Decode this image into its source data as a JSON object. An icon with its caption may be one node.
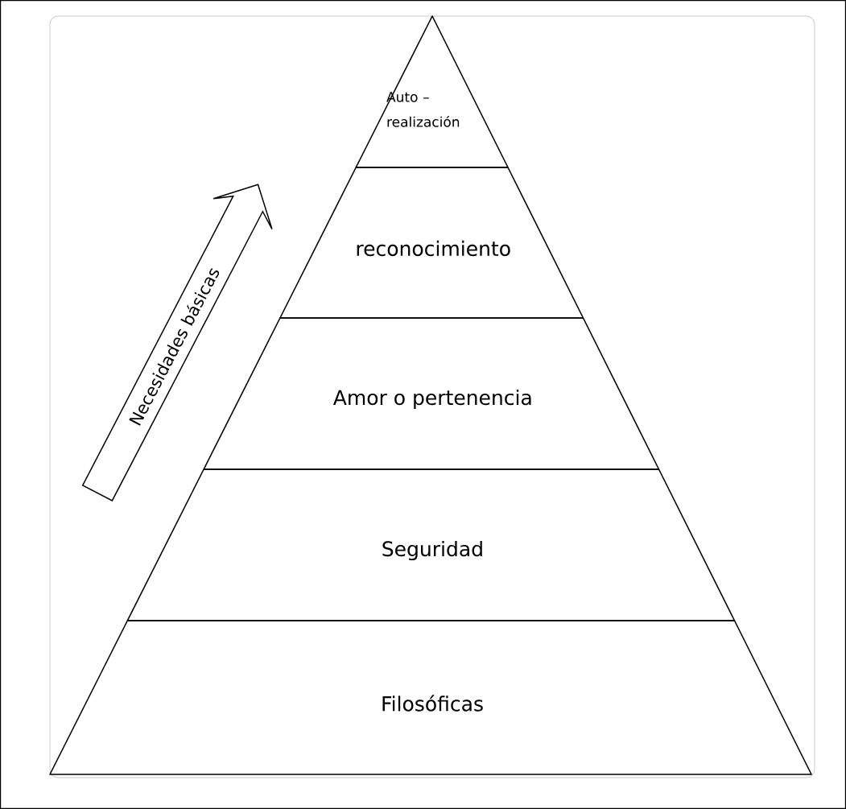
{
  "diagram": {
    "nodes": [
      {
        "text": [
          "Auto – realización"
        ]
      },
      {
        "text": [
          "reconocimiento"
        ]
      },
      {
        "text": [
          "Amor o pertenencia"
        ]
      },
      {
        "text": [
          "Seguridad"
        ]
      },
      {
        "text": [
          "Filosóficas"
        ]
      },
      {
        "text": [
          "Necesidades básicas"
        ]
      }
    ]
  }
}
